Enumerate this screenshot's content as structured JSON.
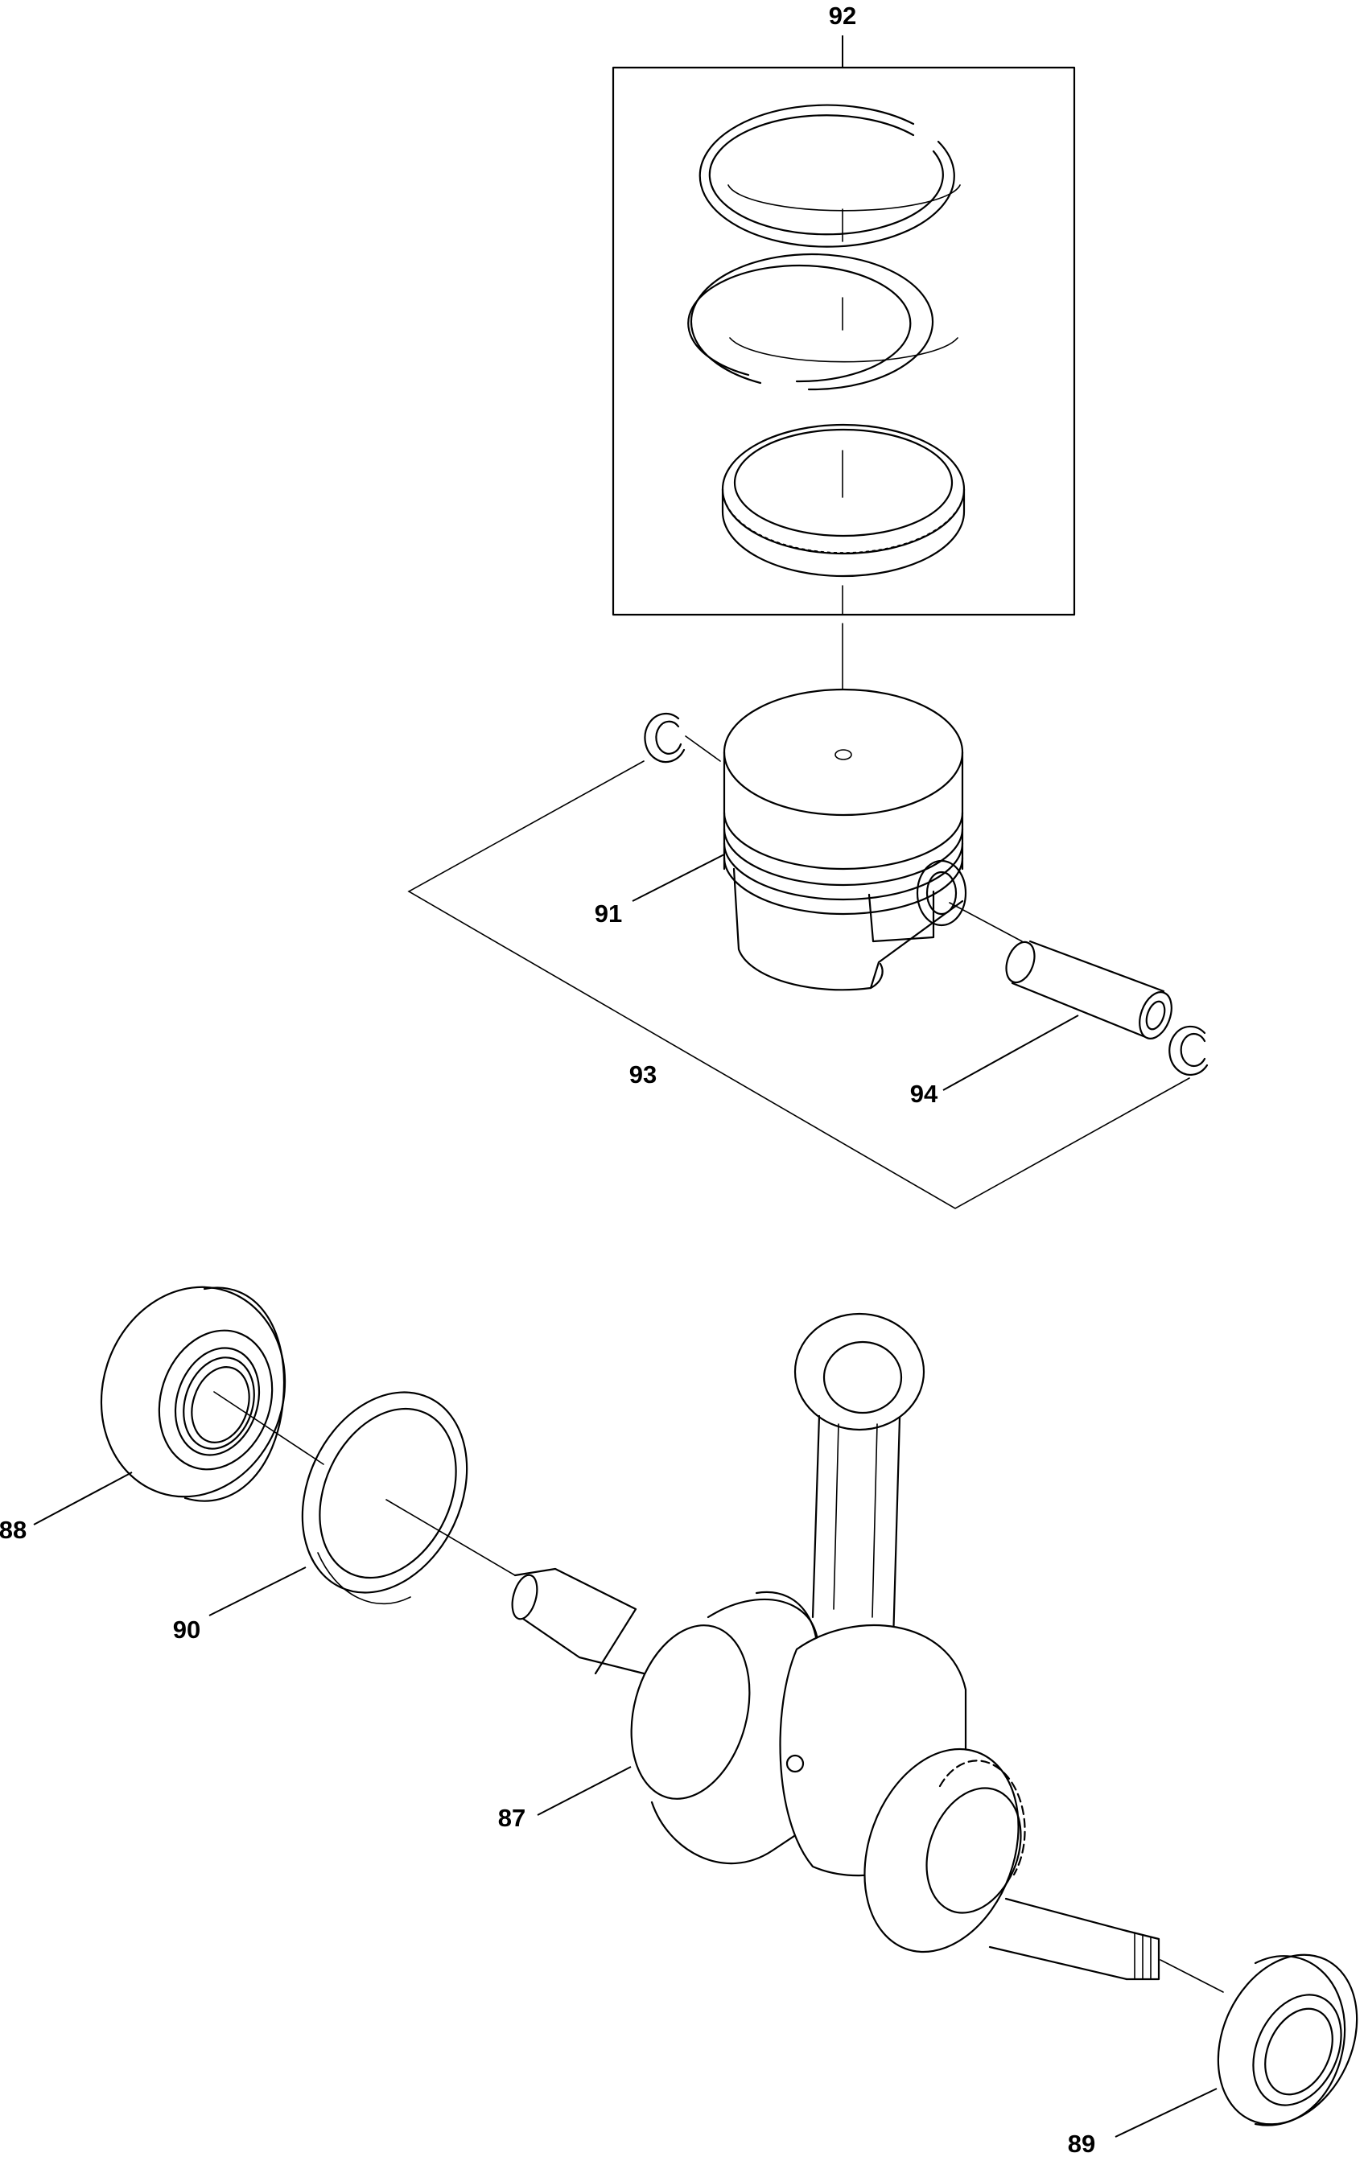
{
  "colors": {
    "line": "#000000",
    "background": "#ffffff"
  },
  "labels": {
    "p87": "87",
    "p88": "88",
    "p89": "89",
    "p90": "90",
    "p91": "91",
    "p92": "92",
    "p93": "93",
    "p94": "94"
  }
}
